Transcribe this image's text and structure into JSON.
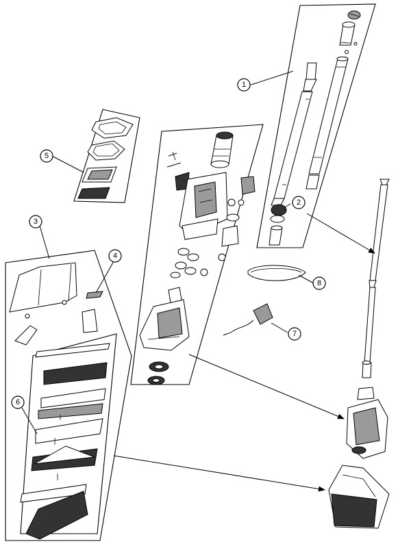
{
  "callouts": [
    {
      "id": "1",
      "label": "1"
    },
    {
      "id": "2",
      "label": "2"
    },
    {
      "id": "3",
      "label": "3"
    },
    {
      "id": "4",
      "label": "4"
    },
    {
      "id": "5",
      "label": "5"
    },
    {
      "id": "6",
      "label": "6"
    },
    {
      "id": "7",
      "label": "7"
    },
    {
      "id": "8",
      "label": "8"
    }
  ],
  "colors": {
    "line": "#000000",
    "background": "#ffffff",
    "shade": "#9a9a9a"
  }
}
